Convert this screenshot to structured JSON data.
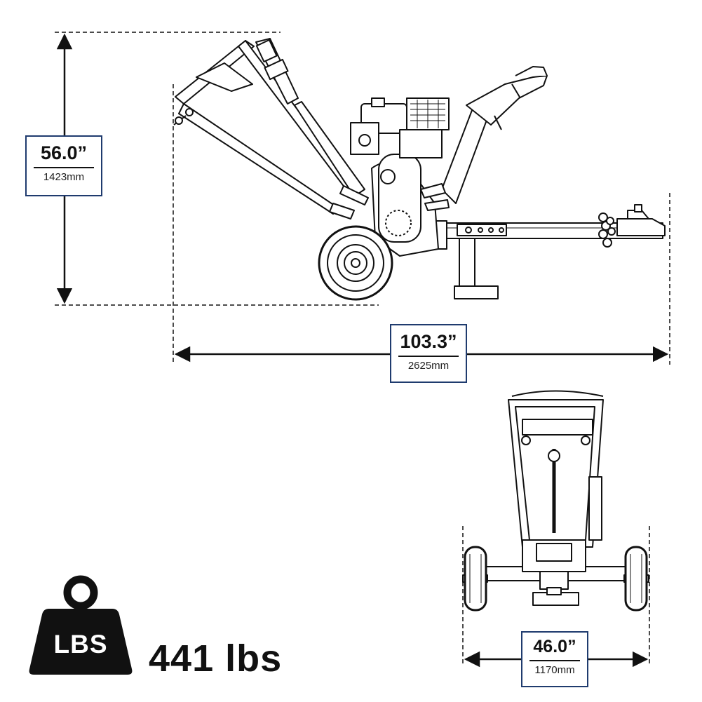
{
  "dimensions": {
    "height": {
      "imperial": "56.0”",
      "metric": "1423mm"
    },
    "length": {
      "imperial": "103.3”",
      "metric": "2625mm"
    },
    "width": {
      "imperial": "46.0”",
      "metric": "1170mm"
    }
  },
  "weight": {
    "icon_label": "LBS",
    "value": "441 lbs"
  },
  "colors": {
    "line": "#111111",
    "dim_box_border": "#1f3b6e",
    "background": "#ffffff"
  },
  "icons": {
    "weight": "weight-icon"
  }
}
